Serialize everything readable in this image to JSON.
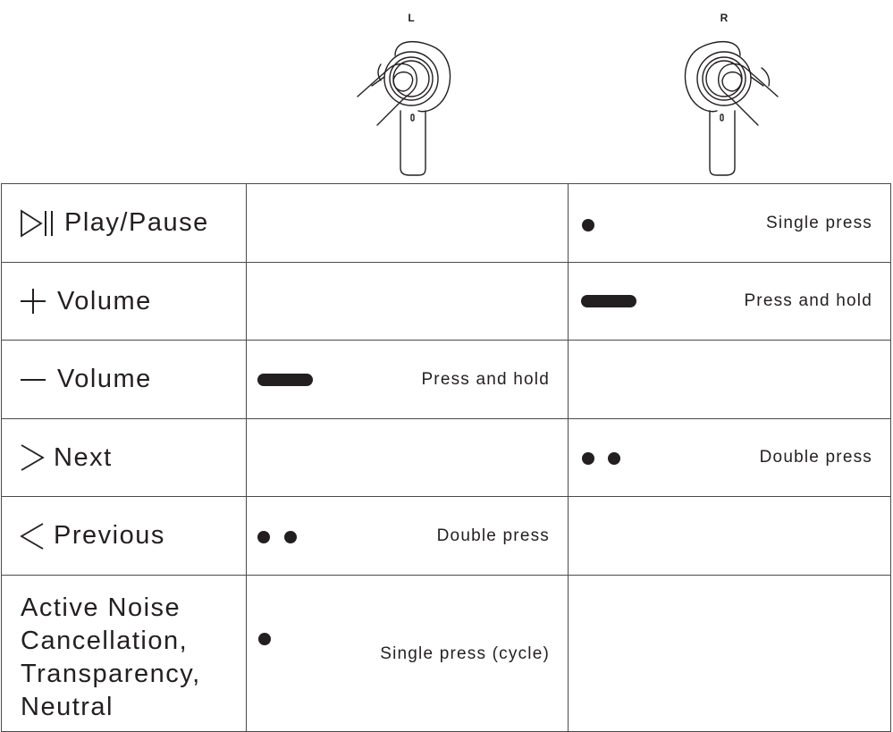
{
  "earbuds": {
    "left_label": "L",
    "right_label": "R"
  },
  "rows": [
    {
      "function": "Play/Pause",
      "icon": "play-pause-icon",
      "left": null,
      "right": {
        "gesture": "single-dot",
        "label": "Single press"
      }
    },
    {
      "function": "Volume",
      "icon": "plus-icon",
      "left": null,
      "right": {
        "gesture": "hold-bar",
        "label": "Press and hold"
      }
    },
    {
      "function": "Volume",
      "icon": "minus-icon",
      "left": {
        "gesture": "hold-bar",
        "label": "Press and hold"
      },
      "right": null
    },
    {
      "function": "Next",
      "icon": "chevron-right-icon",
      "left": null,
      "right": {
        "gesture": "double-dot",
        "label": "Double press"
      }
    },
    {
      "function": "Previous",
      "icon": "chevron-left-icon",
      "left": {
        "gesture": "double-dot",
        "label": "Double press"
      },
      "right": null
    },
    {
      "function_lines": [
        "Active Noise",
        "Cancellation,",
        "Transparency,",
        "Neutral"
      ],
      "left": {
        "gesture": "single-dot",
        "label": "Single press (cycle)"
      },
      "right": null
    }
  ]
}
